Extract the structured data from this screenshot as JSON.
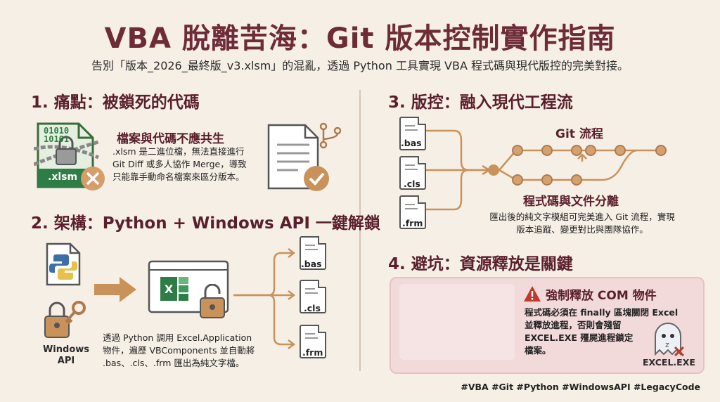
{
  "header": {
    "title": "VBA 脫離苦海：Git 版本控制實作指南",
    "subtitle": "告別「版本_2026_最終版_v3.xlsm」的混亂，透過 Python 工具實現 VBA 程式碼與現代版控的完美對接。"
  },
  "section1": {
    "heading": "1. 痛點：被鎖死的代碼",
    "subheading": "檔案與代碼不應共生",
    "text_lines": [
      ".xlsm 是二進位檔，無法直接進行",
      "Git Diff 或多人協作 Merge，導致",
      "只能靠手動命名檔案來區分版本。"
    ],
    "file_label": ".xlsm",
    "binary_lines": [
      "01010",
      "10101"
    ]
  },
  "section2": {
    "heading": "2. 架構：Python + Windows API 一鍵解鎖",
    "windows_api_lines": [
      "Windows",
      "API"
    ],
    "text_lines": [
      "透過 Python 調用 Excel.Application",
      "物件，遍歷 VBComponents 並自動將",
      ".bas、.cls、.frm 匯出為純文字檔。"
    ],
    "files": [
      ".bas",
      ".cls",
      ".frm"
    ]
  },
  "section3": {
    "heading": "3. 版控：融入現代工程流",
    "files": [
      ".bas",
      ".cls",
      ".frm"
    ],
    "flow_label": "Git 流程",
    "subheading": "程式碼與文件分離",
    "text_lines": [
      "匯出後的純文字模組可完美進入 Git 流程，實現",
      "版本追蹤、變更對比與團隊協作。"
    ]
  },
  "section4": {
    "heading": "4. 避坑：資源釋放是關鍵",
    "subheading": "強制釋放 COM 物件",
    "text_lines": [
      "程式碼必須在 finally 區塊關閉 Excel",
      "並釋放進程，否則會殘留",
      "EXCEL.EXE 殭屍進程鎖定",
      "檔案。"
    ],
    "process_label": "EXCEL.EXE"
  },
  "footer": {
    "hashtags": "#VBA #Git #Python #WindowsAPI #LegacyCode"
  },
  "colors": {
    "title": "#6e2b38",
    "accent": "#c9925a",
    "warn_bg": "#f2d9da",
    "warn_red": "#c0392b"
  }
}
